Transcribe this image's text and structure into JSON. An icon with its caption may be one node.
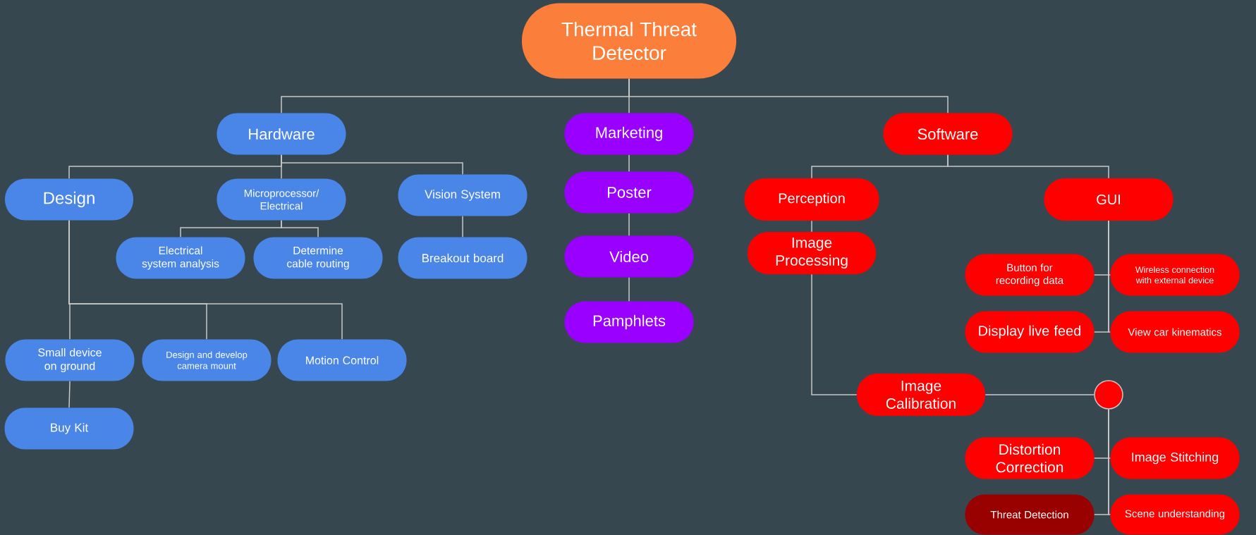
{
  "diagram": {
    "nodes": [
      {
        "text": [
          "Thermal Threat Detector"
        ]
      },
      {
        "text": [
          "Hardware"
        ]
      },
      {
        "text": [
          "Marketing"
        ]
      },
      {
        "text": [
          "Software"
        ]
      },
      {
        "text": [
          "Design"
        ]
      },
      {
        "text": [
          "Microprocessor/ Electrical"
        ]
      },
      {
        "text": [
          "Vision System"
        ]
      },
      {
        "text": [
          "Electrical system analysis"
        ]
      },
      {
        "text": [
          "Determine cable routing"
        ]
      },
      {
        "text": [
          "Breakout board"
        ]
      },
      {
        "text": [
          "Small device on ground"
        ]
      },
      {
        "text": [
          "Design and develop camera mount"
        ]
      },
      {
        "text": [
          "Motion Control"
        ]
      },
      {
        "text": [
          "Buy Kit"
        ]
      },
      {
        "text": [
          "Poster"
        ]
      },
      {
        "text": [
          "Video"
        ]
      },
      {
        "text": [
          "Pamphlets"
        ]
      },
      {
        "text": [
          "Perception"
        ]
      },
      {
        "text": [
          "GUI"
        ]
      },
      {
        "text": [
          "Image Processing"
        ]
      },
      {
        "text": [
          "Button for recording data"
        ]
      },
      {
        "text": [
          "Wireless connection with external device"
        ]
      },
      {
        "text": [
          "Display live feed"
        ]
      },
      {
        "text": [
          "View car kinematics"
        ]
      },
      {
        "text": [
          "Image Calibration"
        ]
      },
      {
        "text": [],
        "shape": "circle"
      },
      {
        "text": [
          "Distortion Correction"
        ]
      },
      {
        "text": [
          "Image Stitching"
        ]
      },
      {
        "text": [
          "Threat Detection"
        ]
      },
      {
        "text": [
          "Scene understanding"
        ]
      }
    ],
    "edges": [
      {
        "from": 0,
        "to": 1,
        "arrow": "none"
      },
      {
        "from": 0,
        "to": 2,
        "arrow": "none"
      },
      {
        "from": 0,
        "to": 3,
        "arrow": "none"
      },
      {
        "from": 1,
        "to": 4,
        "arrow": "none"
      },
      {
        "from": 1,
        "to": 5,
        "arrow": "none"
      },
      {
        "from": 1,
        "to": 6,
        "arrow": "none"
      },
      {
        "from": 5,
        "to": 7,
        "arrow": "none"
      },
      {
        "from": 5,
        "to": 8,
        "arrow": "none"
      },
      {
        "from": 6,
        "to": 9,
        "arrow": "none"
      },
      {
        "from": 4,
        "to": 10,
        "arrow": "none"
      },
      {
        "from": 4,
        "to": 11,
        "arrow": "none"
      },
      {
        "from": 4,
        "to": 12,
        "arrow": "none"
      },
      {
        "from": 10,
        "to": 13,
        "arrow": "none"
      },
      {
        "from": 2,
        "to": 14,
        "arrow": "none"
      },
      {
        "from": 14,
        "to": 15,
        "arrow": "none"
      },
      {
        "from": 15,
        "to": 16,
        "arrow": "none"
      },
      {
        "from": 3,
        "to": 17,
        "arrow": "none"
      },
      {
        "from": 3,
        "to": 18,
        "arrow": "none"
      },
      {
        "from": 17,
        "to": 19,
        "arrow": "none"
      },
      {
        "from": 19,
        "to": 24,
        "arrow": "none"
      },
      {
        "from": 18,
        "to": 20,
        "arrow": "none"
      },
      {
        "from": 18,
        "to": 21,
        "arrow": "none"
      },
      {
        "from": 18,
        "to": 22,
        "arrow": "none"
      },
      {
        "from": 18,
        "to": 23,
        "arrow": "none"
      },
      {
        "from": 24,
        "to": 25,
        "arrow": "none"
      },
      {
        "from": 25,
        "to": 26,
        "arrow": "none"
      },
      {
        "from": 25,
        "to": 27,
        "arrow": "none"
      },
      {
        "from": 25,
        "to": 28,
        "arrow": "none"
      },
      {
        "from": 25,
        "to": 29,
        "arrow": "none"
      }
    ]
  }
}
